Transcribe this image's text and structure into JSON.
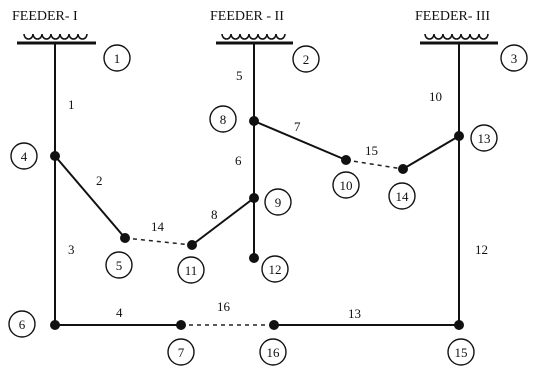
{
  "feeders": {
    "f1": {
      "title": "FEEDER- I",
      "node": "1"
    },
    "f2": {
      "title": "FEEDER - II",
      "node": "2"
    },
    "f3": {
      "title": "FEEDER- III",
      "node": "3"
    }
  },
  "nodes": {
    "n4": "4",
    "n5": "5",
    "n6": "6",
    "n7": "7",
    "n8": "8",
    "n9": "9",
    "n10": "10",
    "n11": "11",
    "n12": "12",
    "n13": "13",
    "n14": "14",
    "n15": "15",
    "n16": "16"
  },
  "branches": {
    "b1": "1",
    "b2": "2",
    "b3": "3",
    "b4": "4",
    "b5": "5",
    "b6": "6",
    "b7": "7",
    "b8": "8",
    "b10": "10",
    "b12": "12",
    "b13": "13"
  },
  "ties": {
    "t14": "14",
    "t15": "15",
    "t16": "16"
  }
}
